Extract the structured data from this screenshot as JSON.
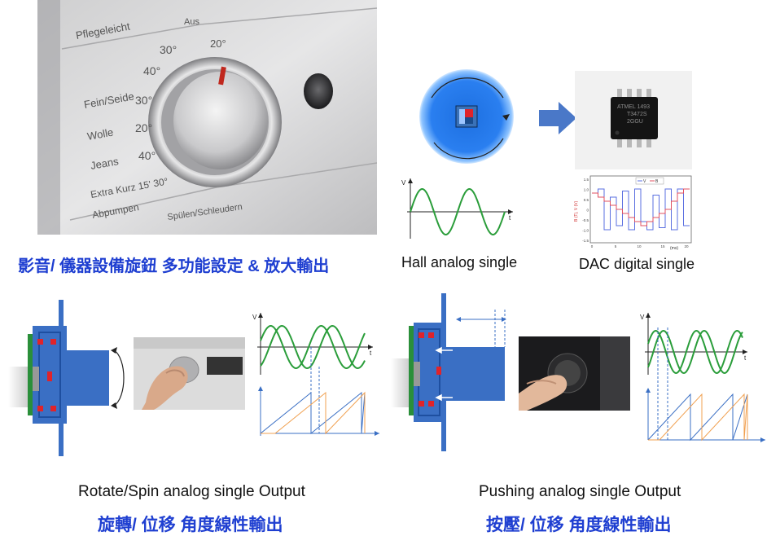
{
  "washer_dial": {
    "labels": [
      "Pflegeleicht",
      "Aus",
      "Fein/Seide",
      "Wolle",
      "Jeans",
      "Extra Kurz 15' 30°",
      "Abpumpen",
      "Spülen/Schleudern"
    ],
    "temps": [
      "30°",
      "40°",
      "20°",
      "30°",
      "20°",
      "40°"
    ]
  },
  "captions": {
    "top_left_zh": "影音/ 儀器設備旋鈕 多功能設定 & 放大輸出",
    "hall": "Hall analog single",
    "dac": "DAC digital single",
    "rotate": "Rotate/Spin analog single Output",
    "rotate_zh": "旋轉/ 位移 角度線性輸出",
    "push": "Pushing analog single Output",
    "push_zh": "按壓/ 位移 角度線性輸出"
  },
  "chip": {
    "marking_1": "ATMEL 1493",
    "marking_2": "T3472S",
    "marking_3": "2GGU"
  },
  "plot_axes": {
    "v": "V",
    "t": "t"
  },
  "dac_chart": {
    "ylabel": "B (T), V (V)",
    "xlabel": "(ms)",
    "legend": [
      "V",
      "B"
    ],
    "yticks": [
      "1.5",
      "1.0",
      "0.5",
      "0",
      "-0.5",
      "-1.0",
      "-1.5"
    ],
    "xticks": [
      "0",
      "5",
      "10",
      "15",
      "20"
    ]
  },
  "colors": {
    "caption_blue": "#1f3fd1",
    "sine_green": "#2a9d3a",
    "arrow_blue": "#4a78c8",
    "sawtooth_blue": "#3a6fc4",
    "sawtooth_orange": "#f0a050"
  }
}
